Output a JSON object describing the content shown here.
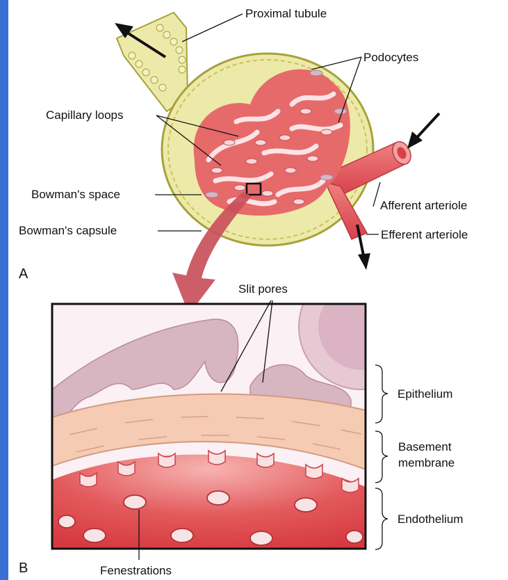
{
  "labels": {
    "proximal_tubule": "Proximal tubule",
    "podocytes": "Podocytes",
    "capillary_loops": "Capillary loops",
    "bowmans_space": "Bowman's space",
    "bowmans_capsule": "Bowman's capsule",
    "afferent_arteriole": "Afferent arteriole",
    "efferent_arteriole": "Efferent arteriole",
    "slit_pores": "Slit pores",
    "epithelium": "Epithelium",
    "basement_membrane_line1": "Basement",
    "basement_membrane_line2": "membrane",
    "endothelium": "Endothelium",
    "fenestrations": "Fenestrations"
  },
  "panels": {
    "a": "A",
    "b": "B"
  },
  "colors": {
    "capsule_fill": "#ede9a9",
    "capsule_stroke": "#a6a23a",
    "capillary_red": "#e66a6a",
    "capillary_light": "#f9d7d7",
    "podocyte_pink": "#eac9d4",
    "arrow_red": "#c9505a",
    "basement": "#f5cbb3",
    "endothelium": "#e14b4f"
  }
}
